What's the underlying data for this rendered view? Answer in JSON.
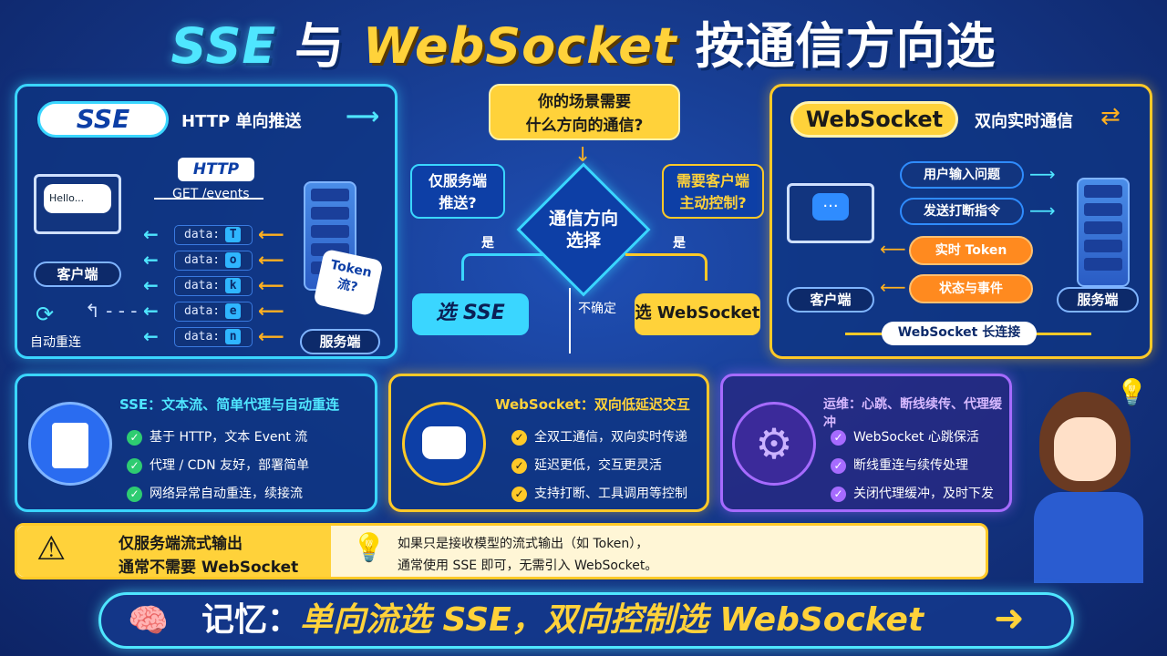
{
  "title": {
    "part1": "SSE",
    "part2": "与",
    "part3": "WebSocket",
    "part4": "按通信方向选"
  },
  "sse_panel": {
    "badge": "SSE",
    "subtitle": "HTTP 单向推送",
    "http_label": "HTTP",
    "get_label": "GET /events",
    "client_label": "客户端",
    "server_label": "服务端",
    "screen_text": "Hello...",
    "reconnect_label": "自动重连",
    "token_note": "Token 流?",
    "data_rows": [
      {
        "label": "data:",
        "char": "T"
      },
      {
        "label": "data:",
        "char": "o"
      },
      {
        "label": "data:",
        "char": "k"
      },
      {
        "label": "data:",
        "char": "e"
      },
      {
        "label": "data:",
        "char": "n"
      }
    ]
  },
  "flow": {
    "question": "你的场景需要\n什么方向的通信?",
    "decision": "通信方向\n选择",
    "left_q": "仅服务端\n推送?",
    "right_q": "需要客户端\n主动控制?",
    "yes_left": "是",
    "yes_right": "是",
    "unsure": "不确定",
    "pick_sse": "选 SSE",
    "pick_ws": "选 WebSocket"
  },
  "ws_panel": {
    "badge": "WebSocket",
    "subtitle": "双向实时通信",
    "client_label": "客户端",
    "server_label": "服务端",
    "conn_label": "WebSocket 长连接",
    "msgs": [
      {
        "text": "用户输入问题",
        "color": "#2f8cff"
      },
      {
        "text": "发送打断指令",
        "color": "#2f8cff"
      },
      {
        "text": "实时 Token",
        "color": "#ff8a1f"
      },
      {
        "text": "状态与事件",
        "color": "#ff8a1f"
      }
    ]
  },
  "cards": [
    {
      "title": "SSE：文本流、简单代理与自动重连",
      "items": [
        "基于 HTTP，文本 Event 流",
        "代理 / CDN 友好，部署简单",
        "网络异常自动重连，续接流"
      ],
      "dot_color": "#2ecc71"
    },
    {
      "title": "WebSocket：双向低延迟交互",
      "items": [
        "全双工通信，双向实时传递",
        "延迟更低，交互更灵活",
        "支持打断、工具调用等控制"
      ],
      "dot_color": "#ffc928"
    },
    {
      "title": "运维：心跳、断线续传、代理缓冲",
      "items": [
        "WebSocket 心跳保活",
        "断线重连与续传处理",
        "关闭代理缓冲，及时下发"
      ],
      "dot_color": "#a66bff"
    }
  ],
  "warning": {
    "line1": "仅服务端流式输出",
    "line2": "通常不需要 WebSocket"
  },
  "tip": {
    "line1": "如果只是接收模型的流式输出（如 Token），",
    "line2": "通常使用 SSE 即可，无需引入 WebSocket。"
  },
  "memo": {
    "prefix": "记忆：",
    "text": "单向流选 SSE，双向控制选 WebSocket"
  }
}
